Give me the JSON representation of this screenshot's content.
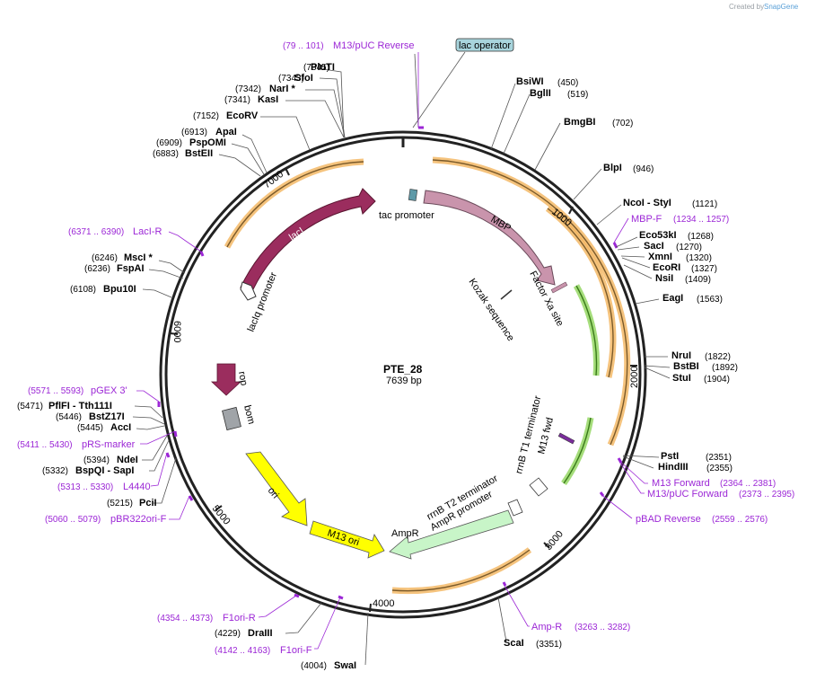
{
  "credit": {
    "prefix": "Created by",
    "brand": "SnapGene"
  },
  "plasmid": {
    "name": "PTE_28",
    "length": "7639 bp"
  },
  "ticks": [
    "1000",
    "2000",
    "3000",
    "4000",
    "5000",
    "6000",
    "7000"
  ],
  "sites": [
    {
      "name": "PluTI",
      "pos": "(7345)"
    },
    {
      "name": "SfoI",
      "pos": "(7343)"
    },
    {
      "name": "NarI *",
      "pos": "(7342)"
    },
    {
      "name": "KasI",
      "pos": "(7341)"
    },
    {
      "name": "EcoRV",
      "pos": "(7152)"
    },
    {
      "name": "ApaI",
      "pos": "(6913)"
    },
    {
      "name": "PspOMI",
      "pos": "(6909)"
    },
    {
      "name": "BstEII",
      "pos": "(6883)"
    },
    {
      "name": "MscI *",
      "pos": "(6246)"
    },
    {
      "name": "FspAI",
      "pos": "(6236)"
    },
    {
      "name": "Bpu10I",
      "pos": "(6108)"
    },
    {
      "name": "PflFI - Tth111I",
      "pos": "(5471)"
    },
    {
      "name": "BstZ17I",
      "pos": "(5446)"
    },
    {
      "name": "AccI",
      "pos": "(5445)"
    },
    {
      "name": "NdeI",
      "pos": "(5394)"
    },
    {
      "name": "BspQI - SapI",
      "pos": "(5332)"
    },
    {
      "name": "PciI",
      "pos": "(5215)"
    },
    {
      "name": "DraIII",
      "pos": "(4229)"
    },
    {
      "name": "SwaI",
      "pos": "(4004)"
    },
    {
      "name": "BsiWI",
      "pos": "(450)"
    },
    {
      "name": "BglII",
      "pos": "(519)"
    },
    {
      "name": "BmgBI",
      "pos": "(702)"
    },
    {
      "name": "BlpI",
      "pos": "(946)"
    },
    {
      "name": "NcoI - StyI",
      "pos": "(1121)"
    },
    {
      "name": "Eco53kI",
      "pos": "(1268)"
    },
    {
      "name": "SacI",
      "pos": "(1270)"
    },
    {
      "name": "XmnI",
      "pos": "(1320)"
    },
    {
      "name": "EcoRI",
      "pos": "(1327)"
    },
    {
      "name": "NsiI",
      "pos": "(1409)"
    },
    {
      "name": "EagI",
      "pos": "(1563)"
    },
    {
      "name": "NruI",
      "pos": "(1822)"
    },
    {
      "name": "BstBI",
      "pos": "(1892)"
    },
    {
      "name": "StuI",
      "pos": "(1904)"
    },
    {
      "name": "PstI",
      "pos": "(2351)"
    },
    {
      "name": "HindIII",
      "pos": "(2355)"
    },
    {
      "name": "ScaI",
      "pos": "(3351)"
    }
  ],
  "primers": [
    {
      "name": "M13/pUC Reverse",
      "pos": "(79 .. 101)"
    },
    {
      "name": "LacI-R",
      "pos": "(6371 .. 6390)"
    },
    {
      "name": "pGEX 3'",
      "pos": "(5571 .. 5593)"
    },
    {
      "name": "pRS-marker",
      "pos": "(5411 .. 5430)"
    },
    {
      "name": "L4440",
      "pos": "(5313 .. 5330)"
    },
    {
      "name": "pBR322ori-F",
      "pos": "(5060 .. 5079)"
    },
    {
      "name": "F1ori-R",
      "pos": "(4354 .. 4373)"
    },
    {
      "name": "F1ori-F",
      "pos": "(4142 .. 4163)"
    },
    {
      "name": "MBP-F",
      "pos": "(1234 .. 1257)"
    },
    {
      "name": "M13 Forward",
      "pos": "(2364 .. 2381)"
    },
    {
      "name": "M13/pUC Forward",
      "pos": "(2373 .. 2395)"
    },
    {
      "name": "pBAD Reverse",
      "pos": "(2559 .. 2576)"
    },
    {
      "name": "Amp-R",
      "pos": "(3263 .. 3282)"
    }
  ],
  "features": {
    "lac_operator": "lac operator",
    "tac_promoter": "tac promoter",
    "mbp": "MBP",
    "factor_xa": "Factor Xa site",
    "kozak": "Kozak sequence",
    "laci": "lacI",
    "laciq_promoter": "lacIq promoter",
    "rop": "rop",
    "bom": "bom",
    "rrnb_t1": "rrnB T1 terminator",
    "m13_fwd": "M13 fwd",
    "rrnb_t2": "rrnB T2 terminator",
    "ampr_promoter": "AmpR promoter",
    "ampr": "AmpR",
    "ori": "ori",
    "m13_ori": "M13 ori"
  },
  "colors": {
    "backbone": "#222222",
    "primer": "#9c27d6",
    "laci": "#9b2d5e",
    "mbp": "#c994ac",
    "ori": "#ffff00",
    "ampr": "#c8f5c8",
    "rop": "#9b2d5e",
    "bom": "#a0a4a8",
    "orf_orange": "#f2b45c",
    "orf_green": "#8fd45a",
    "operator_fill": "#a8d4dc"
  }
}
